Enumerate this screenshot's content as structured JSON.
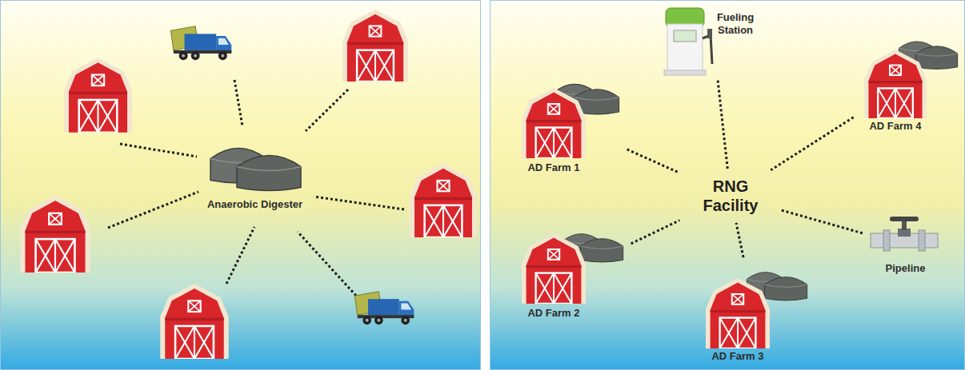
{
  "diagram": {
    "nodes": [
      {
        "text": [
          "Anaerobic Digester"
        ]
      },
      {
        "text": [
          "Fueling Station"
        ]
      },
      {
        "text": [
          "AD Farm 1"
        ]
      },
      {
        "text": [
          "RNG Facility"
        ]
      },
      {
        "text": [
          "AD Farm 4"
        ]
      },
      {
        "text": [
          "AD Farm 2"
        ]
      },
      {
        "text": [
          "Pipeline"
        ]
      },
      {
        "text": [
          "AD Farm 3"
        ]
      }
    ],
    "edges": [
      {
        "from": 2,
        "to": 3,
        "arrow": "none"
      },
      {
        "from": 3,
        "to": 1,
        "arrow": "none"
      },
      {
        "from": 4,
        "to": 3,
        "arrow": "none"
      },
      {
        "from": 5,
        "to": 3,
        "arrow": "none"
      },
      {
        "from": 3,
        "to": 6,
        "arrow": "none"
      },
      {
        "from": 7,
        "to": 3,
        "arrow": "none"
      }
    ]
  }
}
